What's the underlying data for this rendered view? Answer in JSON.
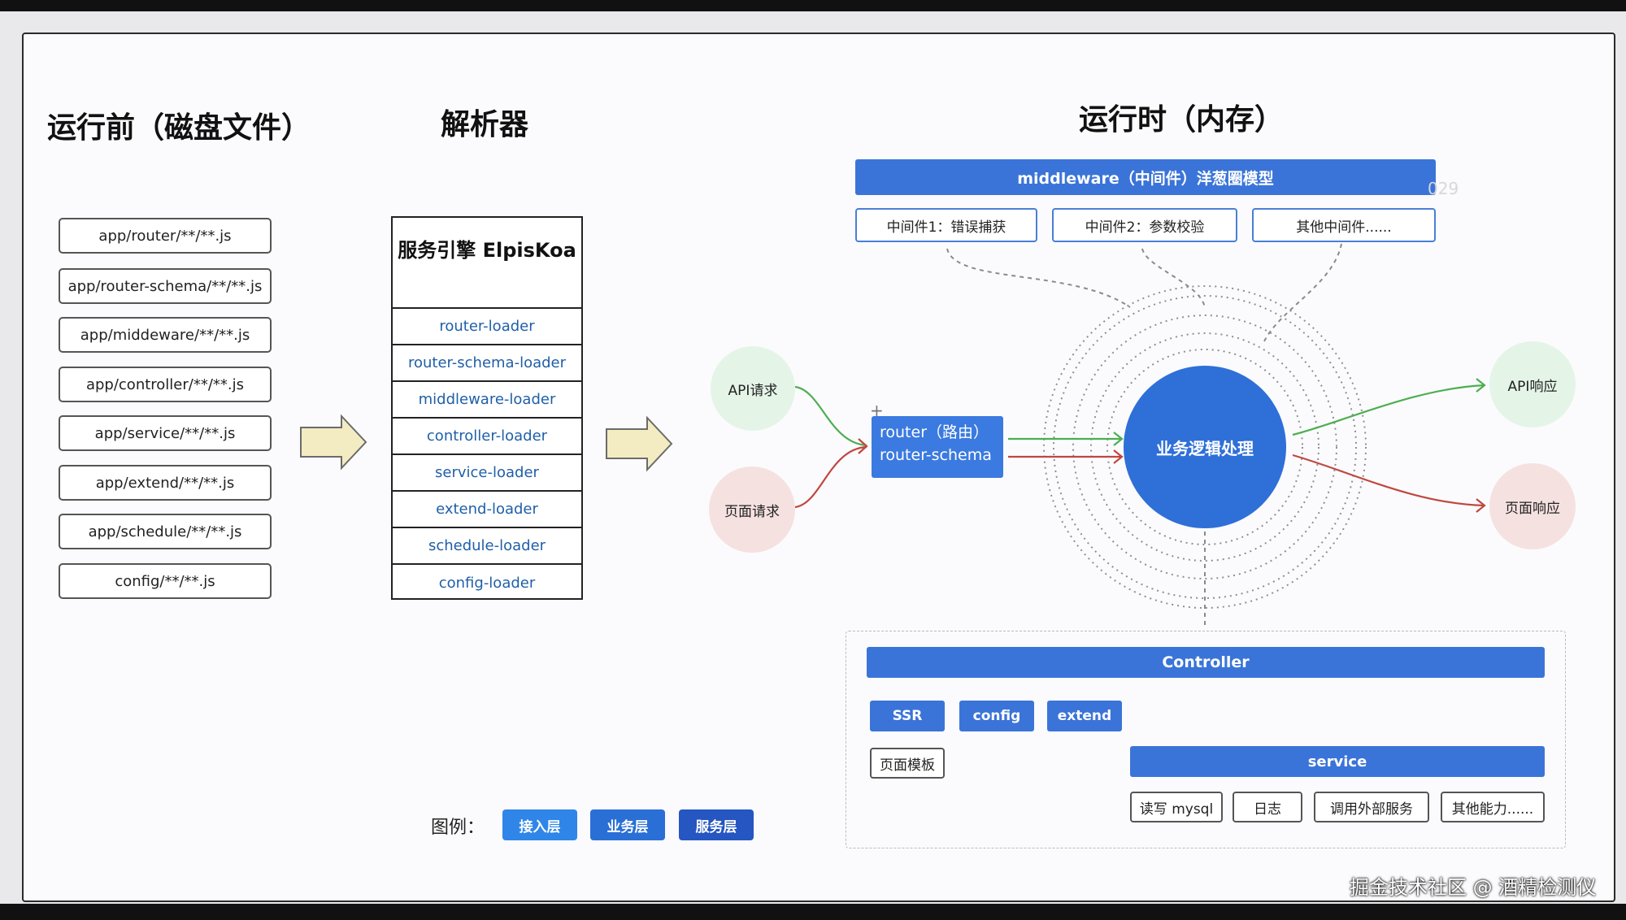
{
  "titles": {
    "before_runtime": "运行前（磁盘文件）",
    "parser": "解析器",
    "runtime": "运行时（内存）"
  },
  "files": [
    "app/router/**/**.js",
    "app/router-schema/**/**.js",
    "app/middeware/**/**.js",
    "app/controller/**/**.js",
    "app/service/**/**.js",
    "app/extend/**/**.js",
    "app/schedule/**/**.js",
    "config/**/**.js"
  ],
  "engine": {
    "title": "服务引擎 ElpisKoa",
    "loaders": [
      "router-loader",
      "router-schema-loader",
      "middleware-loader",
      "controller-loader",
      "service-loader",
      "extend-loader",
      "schedule-loader",
      "config-loader"
    ]
  },
  "middleware": {
    "title": "middleware（中间件）洋葱圈模型",
    "items": [
      "中间件1：错误捕获",
      "中间件2：参数校验",
      "其他中间件......"
    ]
  },
  "requests": {
    "api": "API请求",
    "page": "页面请求"
  },
  "responses": {
    "api": "API响应",
    "page": "页面响应"
  },
  "router": {
    "line1": "router（路由）",
    "line2": "router-schema"
  },
  "core": "业务逻辑处理",
  "controller": {
    "title": "Controller",
    "modules": [
      "SSR",
      "config",
      "extend"
    ],
    "page_template": "页面模板",
    "service": "service",
    "service_items": [
      "读写 mysql",
      "日志",
      "调用外部服务",
      "其他能力......"
    ]
  },
  "legend": {
    "label": "图例：",
    "items": [
      {
        "label": "接入层",
        "color": "#2f86e8"
      },
      {
        "label": "业务层",
        "color": "#2a6fd6"
      },
      {
        "label": "服务层",
        "color": "#2556c2"
      }
    ]
  },
  "watermark": "掘金技术社区 @ 酒精检测仪",
  "faint_text": "029",
  "colors": {
    "primary_blue": "#3b74d8",
    "api_green": "#e4f5e8",
    "page_red": "#f6e1e1",
    "green_line": "#4caf50",
    "red_line": "#c0473f"
  }
}
